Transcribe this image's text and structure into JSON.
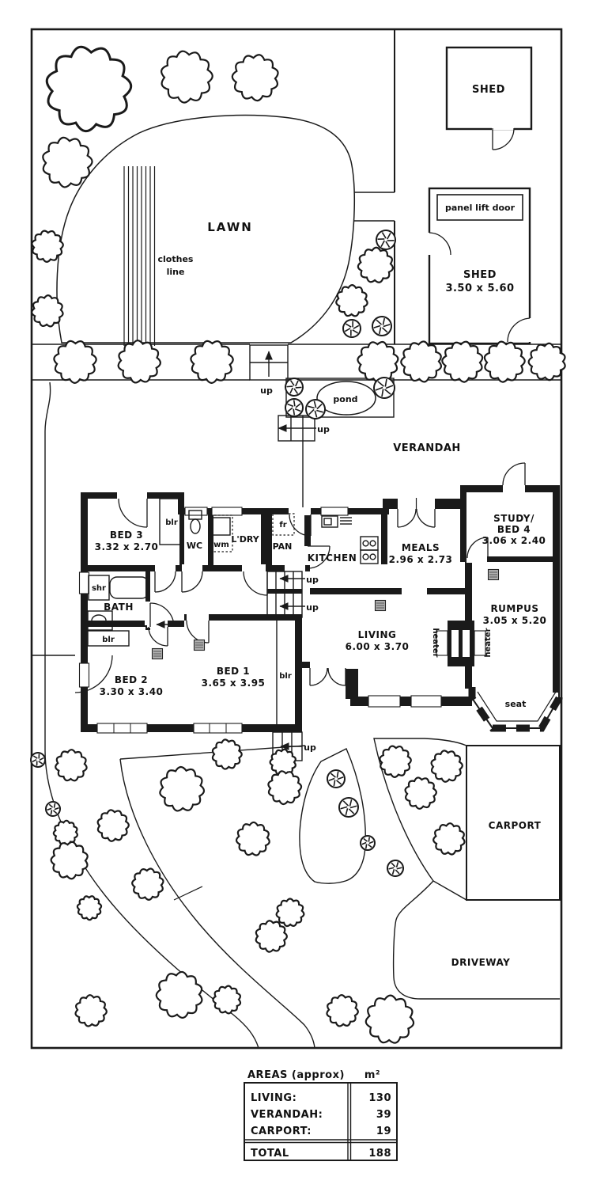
{
  "labels": {
    "lawn": "LAWN",
    "clothes_line_1": "clothes",
    "clothes_line_2": "line",
    "shed_top": "SHED",
    "panel_lift_door": "panel lift door",
    "shed2_name": "SHED",
    "shed2_dims": "3.50 x 5.60",
    "pond": "pond",
    "verandah": "VERANDAH",
    "up": "up",
    "carport": "CARPORT",
    "driveway": "DRIVEWAY",
    "seat": "seat",
    "heater": "heater",
    "blr": "blr",
    "shr": "shr",
    "wm": "wm",
    "fr": "fr",
    "wc": "WC",
    "ldry": "L'DRY",
    "pan": "PAN",
    "bath": "BATH",
    "kitchen": "KITCHEN"
  },
  "rooms": {
    "bed3": {
      "name": "BED 3",
      "dims": "3.32 x 2.70"
    },
    "bed2": {
      "name": "BED 2",
      "dims": "3.30 x 3.40"
    },
    "bed1": {
      "name": "BED 1",
      "dims": "3.65 x 3.95"
    },
    "living": {
      "name": "LIVING",
      "dims": "6.00 x 3.70"
    },
    "meals": {
      "name": "MEALS",
      "dims": "2.96 x 2.73"
    },
    "study": {
      "name_line1": "STUDY/",
      "name_line2": "BED 4",
      "dims": "3.06 x 2.40"
    },
    "rumpus": {
      "name": "RUMPUS",
      "dims": "3.05 x 5.20"
    }
  },
  "areas_table": {
    "title": "AREAS (approx)",
    "unit": "m²",
    "rows": [
      {
        "label": "LIVING:",
        "value": "130"
      },
      {
        "label": "VERANDAH:",
        "value": "39"
      },
      {
        "label": "CARPORT:",
        "value": "19"
      }
    ],
    "total_label": "TOTAL",
    "total_value": "188"
  },
  "garden": {
    "trees": [
      [
        112,
        112,
        46
      ],
      [
        236,
        97,
        28
      ],
      [
        323,
        98,
        25
      ],
      [
        85,
        205,
        27
      ],
      [
        60,
        311,
        17
      ],
      [
        60,
        393,
        17
      ],
      [
        475,
        335,
        19
      ],
      [
        445,
        380,
        17
      ],
      [
        95,
        457,
        23
      ],
      [
        176,
        457,
        23
      ],
      [
        268,
        457,
        23
      ],
      [
        478,
        457,
        22
      ],
      [
        533,
        457,
        22
      ],
      [
        585,
        457,
        22
      ],
      [
        638,
        457,
        22
      ],
      [
        692,
        457,
        20
      ],
      [
        500,
        962,
        17
      ],
      [
        565,
        968,
        17
      ],
      [
        532,
        1002,
        17
      ],
      [
        568,
        1060,
        17
      ],
      [
        230,
        997,
        24
      ],
      [
        287,
        953,
        16
      ],
      [
        358,
        963,
        14
      ],
      [
        320,
        1060,
        18
      ],
      [
        360,
        995,
        18
      ],
      [
        343,
        1183,
        17
      ],
      [
        367,
        1153,
        15
      ],
      [
        287,
        1263,
        15
      ],
      [
        90,
        967,
        17
      ],
      [
        83,
        1052,
        13
      ],
      [
        143,
        1043,
        17
      ],
      [
        88,
        1087,
        20
      ],
      [
        187,
        1117,
        17
      ],
      [
        113,
        1147,
        13
      ],
      [
        115,
        1277,
        17
      ],
      [
        227,
        1257,
        25
      ],
      [
        433,
        1277,
        17
      ],
      [
        493,
        1288,
        26
      ]
    ],
    "shrubs": [
      [
        372,
        489,
        11
      ],
      [
        372,
        515,
        11
      ],
      [
        399,
        517,
        12
      ],
      [
        486,
        490,
        13
      ],
      [
        488,
        303,
        12
      ],
      [
        445,
        415,
        11
      ],
      [
        483,
        412,
        12
      ],
      [
        48,
        960,
        9
      ],
      [
        67,
        1022,
        9
      ],
      [
        425,
        984,
        11
      ],
      [
        441,
        1020,
        12
      ],
      [
        465,
        1065,
        9
      ],
      [
        500,
        1097,
        10
      ]
    ]
  },
  "colors": {
    "line": "#1a1a1a",
    "vent": "#b0b0b0"
  }
}
